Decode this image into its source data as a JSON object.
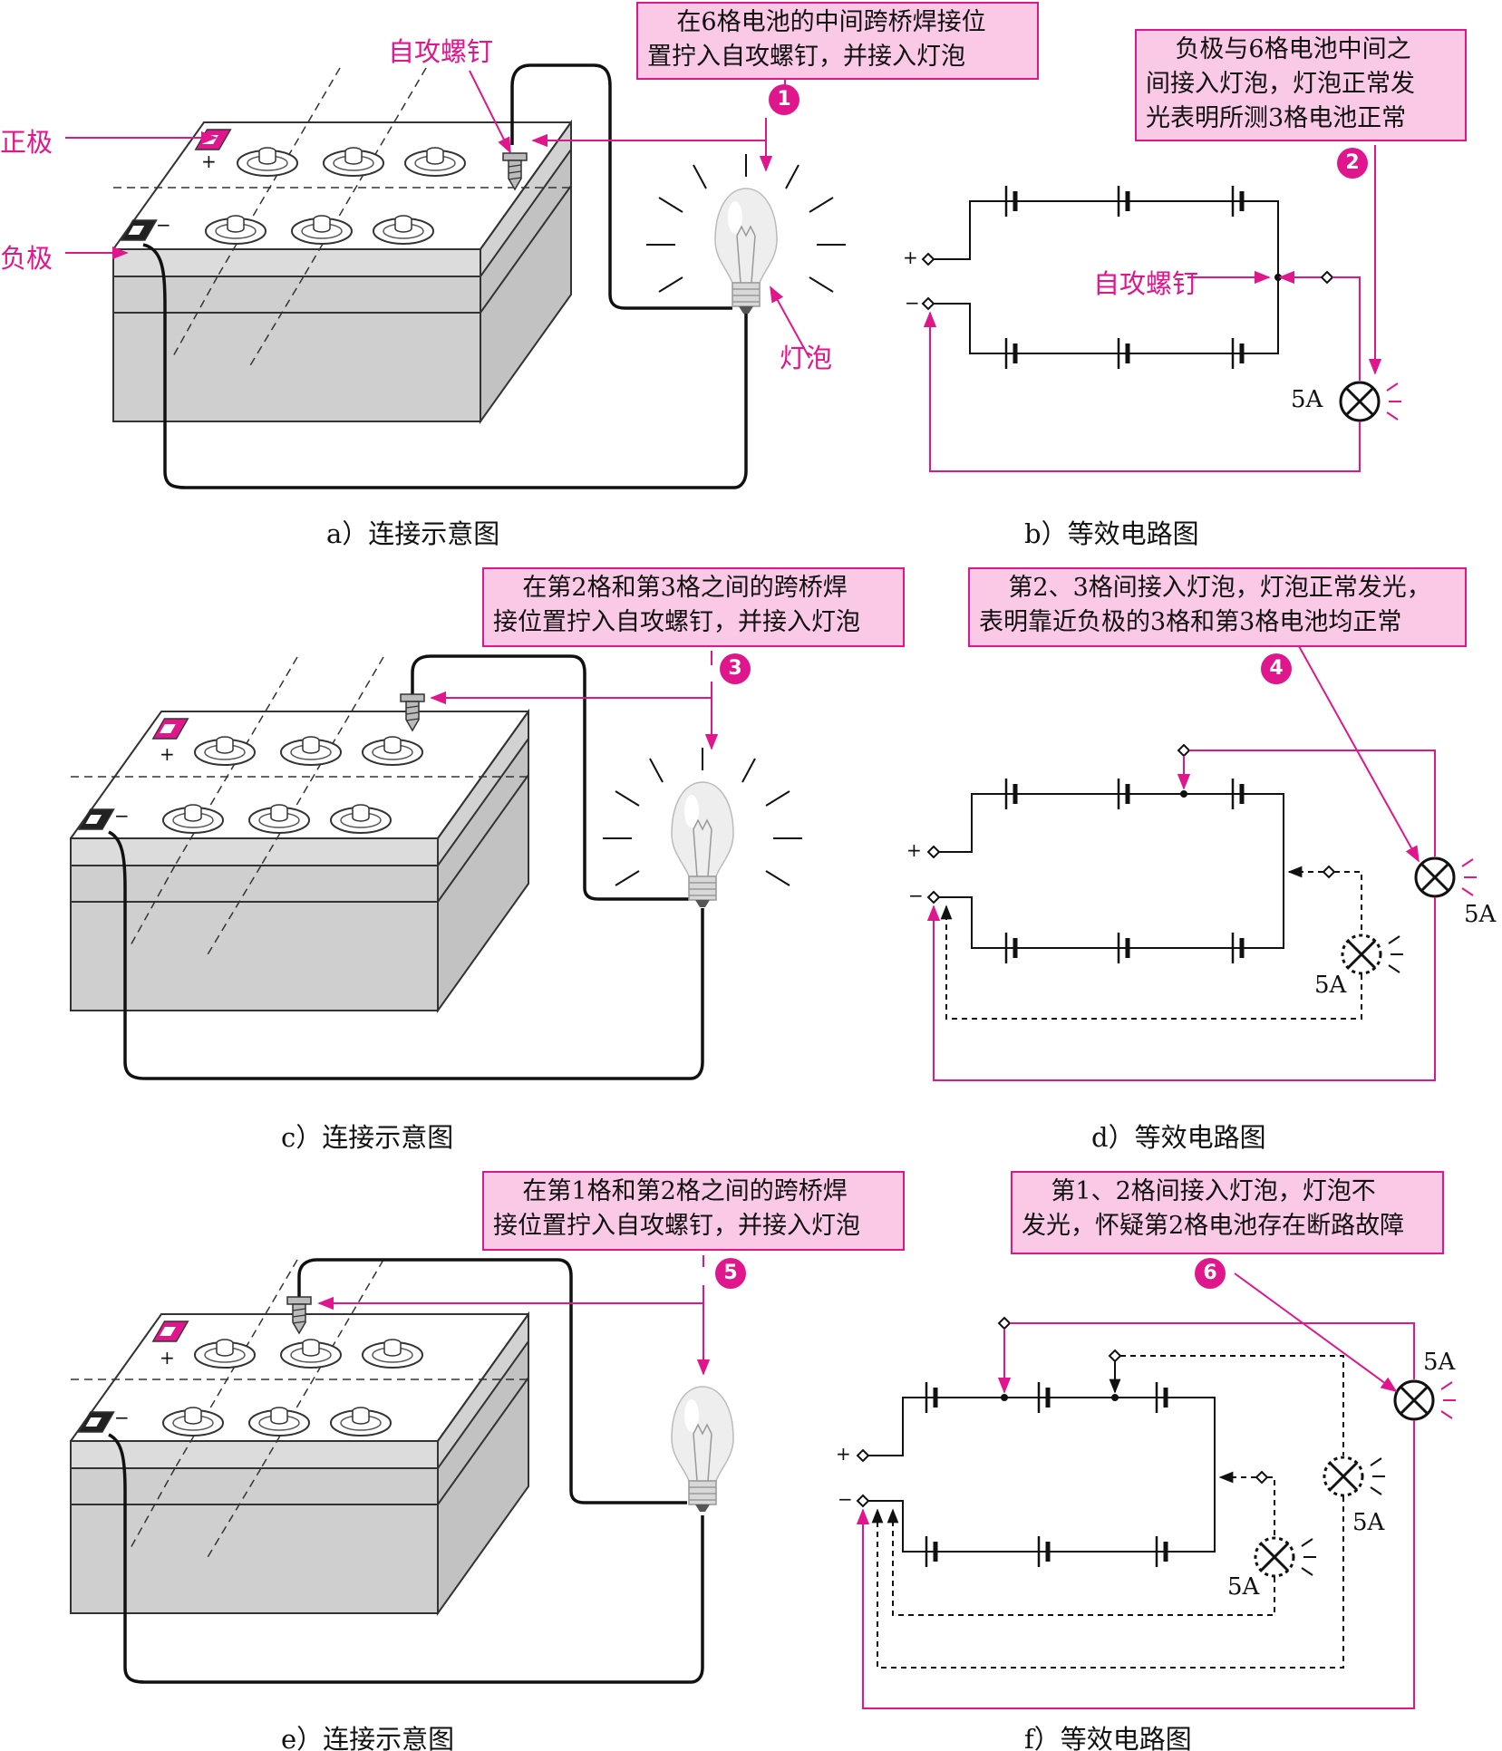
{
  "colors": {
    "accent": "#e0168c",
    "note_fill": "#f9c9e6",
    "battery_gray": "#cfcfcf",
    "wire": "#111111"
  },
  "panels": {
    "a": {
      "caption": "a）连接示意图",
      "label_screw": "自攻螺钉",
      "label_positive": "正极",
      "label_negative": "负极",
      "label_bulb": "灯泡",
      "note": [
        "在6格电池的中间跨桥焊接位",
        "置拧入自攻螺钉，并接入灯泡"
      ],
      "step": "1"
    },
    "b": {
      "caption": "b）等效电路图",
      "label_screw": "自攻螺钉",
      "note": [
        "负极与6格电池中间之",
        "间接入灯泡，灯泡正常发",
        "光表明所测3格电池正常"
      ],
      "step": "2",
      "plus": "+",
      "minus": "−",
      "bulb_rating": "5A"
    },
    "c": {
      "caption": "c）连接示意图",
      "note": [
        "在第2格和第3格之间的跨桥焊",
        "接位置拧入自攻螺钉，并接入灯泡"
      ],
      "step": "3"
    },
    "d": {
      "caption": "d）等效电路图",
      "note": [
        "第2、3格间接入灯泡，灯泡正常发光，",
        "表明靠近负极的3格和第3格电池均正常"
      ],
      "step": "4",
      "plus": "+",
      "minus": "−",
      "bulb_rating_on": "5A",
      "bulb_rating_prev": "5A"
    },
    "e": {
      "caption": "e）连接示意图",
      "note": [
        "在第1格和第2格之间的跨桥焊",
        "接位置拧入自攻螺钉，并接入灯泡"
      ],
      "step": "5"
    },
    "f": {
      "caption": "f）等效电路图",
      "note": [
        "第1、2格间接入灯泡，灯泡不",
        "发光，怀疑第2格电池存在断路故障"
      ],
      "step": "6",
      "plus": "+",
      "minus": "−",
      "bulb_rating_now": "5A",
      "bulb_rating_prev1": "5A",
      "bulb_rating_prev2": "5A"
    }
  }
}
